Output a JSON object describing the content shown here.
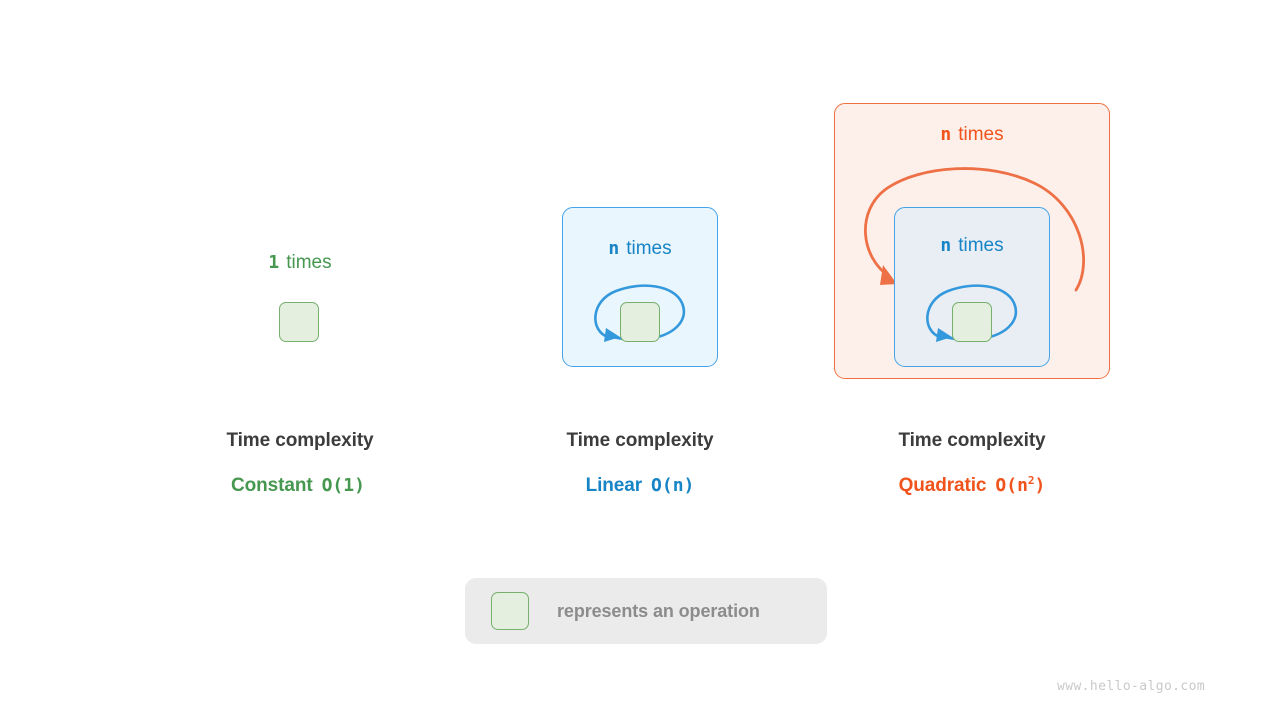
{
  "colors": {
    "green": "#46974f",
    "green_box_fill": "#e4efe0",
    "green_box_stroke": "#76b06c",
    "blue": "#1784c6",
    "blue_arrow": "#3398dc",
    "blue_box_stroke": "#44a3e8",
    "blue_box_fill": "#eaf6fd",
    "blue_box_fill_inner": "#e9eef4",
    "orange": "#f0531c",
    "orange_arrow": "#ee7046",
    "orange_box_stroke": "#ef713f",
    "orange_box_fill": "#fdf0ea",
    "heading": "#3c3c3c",
    "legend_bg": "#ebebeb",
    "legend_text": "#8c8c8c",
    "watermark": "#c9c9c9",
    "background": "#ffffff"
  },
  "columns": [
    {
      "id": "constant",
      "loop_label_count": "1",
      "loop_label_word": "times",
      "caption": "Time complexity",
      "complexity_name": "Constant",
      "complexity_notation": "O(1)",
      "complexity_notation_base": "O(1)",
      "complexity_notation_sup": "",
      "accent": "#46974f",
      "has_outer_loop": false,
      "has_inner_loop": false,
      "operation_icon": "operation-box-icon"
    },
    {
      "id": "linear",
      "loop_label_count": "n",
      "loop_label_word": "times",
      "caption": "Time complexity",
      "complexity_name": "Linear",
      "complexity_notation": "O(n)",
      "complexity_notation_base": "O(n)",
      "complexity_notation_sup": "",
      "accent": "#1784c6",
      "has_outer_loop": false,
      "has_inner_loop": true,
      "operation_icon": "operation-box-icon"
    },
    {
      "id": "quadratic",
      "loop_label_count": "n",
      "loop_label_word": "times",
      "outer_loop_label_count": "n",
      "outer_loop_label_word": "times",
      "caption": "Time complexity",
      "complexity_name": "Quadratic",
      "complexity_notation": "O(n^2)",
      "complexity_notation_base": "O(n",
      "complexity_notation_sup": "2",
      "complexity_notation_tail": ")",
      "accent": "#f0531c",
      "has_outer_loop": true,
      "has_inner_loop": true,
      "operation_icon": "operation-box-icon"
    }
  ],
  "legend": {
    "swatch_icon": "operation-box-icon",
    "text": "represents an operation"
  },
  "watermark": {
    "text": "www.hello-algo.com"
  }
}
